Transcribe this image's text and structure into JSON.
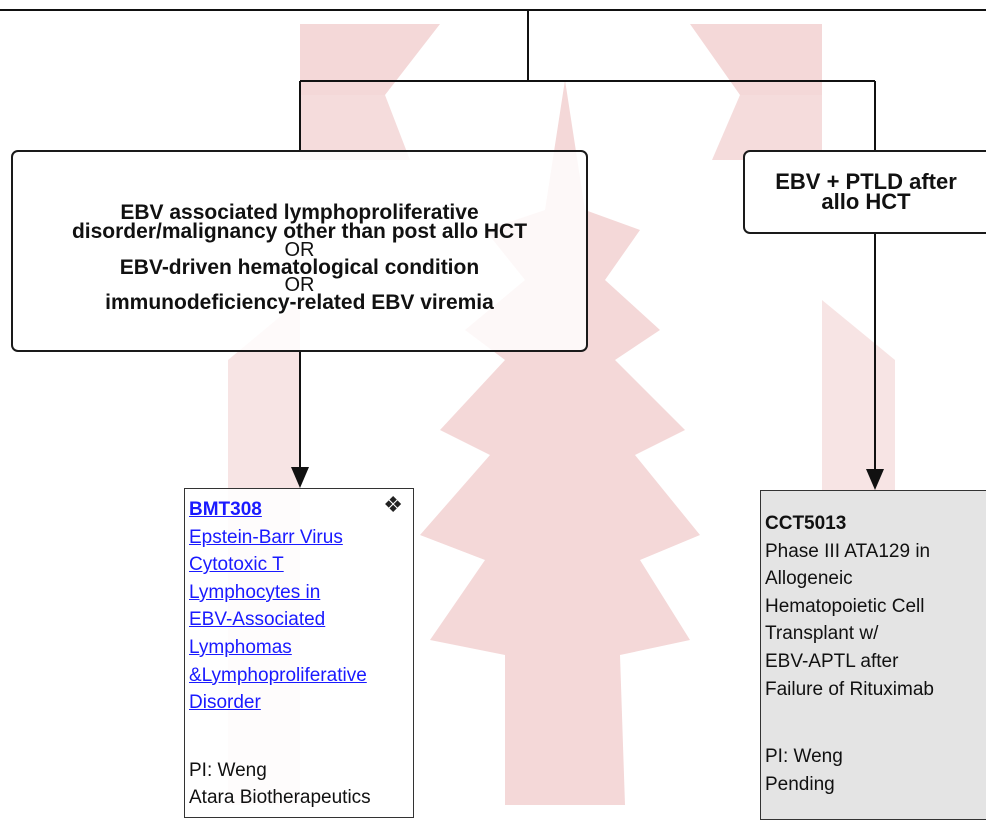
{
  "nodes": {
    "left": {
      "line1": "EBV associated lymphoproliferative",
      "line2": "disorder/malignancy other than post allo HCT",
      "or1": "OR",
      "line3": "EBV-driven hematological condition",
      "or2": "OR",
      "line4": "immunodeficiency-related EBV viremia"
    },
    "right": {
      "line1": "EBV + PTLD after",
      "line2": "allo HCT"
    }
  },
  "cards": {
    "bmt308": {
      "code": "BMT308",
      "title_lines": [
        "Epstein-Barr Virus",
        "Cytotoxic T",
        "Lymphocytes in",
        "EBV-Associated",
        "Lymphomas",
        "&Lymphoproliferative",
        "Disorder"
      ],
      "pi": "PI: Weng",
      "sponsor": "Atara Biotherapeutics",
      "badge_icon": "diamond-cluster-icon",
      "badge_glyph": "❖"
    },
    "cct5013": {
      "code": "CCT5013",
      "title_lines": [
        "Phase III ATA129 in",
        "Allogeneic",
        "Hematopoietic Cell",
        "Transplant w/",
        "EBV-APTL after",
        "Failure of Rituximab"
      ],
      "pi": "PI: Weng",
      "status": "Pending"
    }
  },
  "colors": {
    "link": "#1a1aff",
    "watermark": "#f4d8d8",
    "line": "#111111",
    "card_gray": "#e4e4e4"
  }
}
